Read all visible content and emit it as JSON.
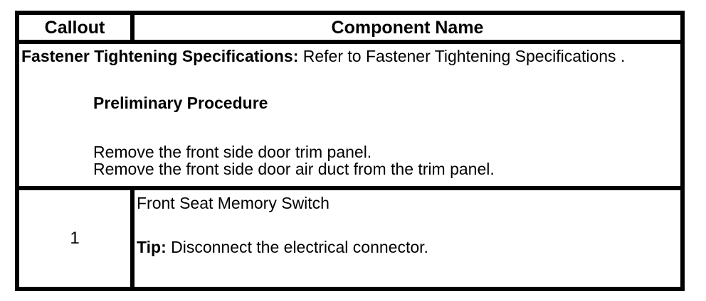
{
  "colors": {
    "border": "#000000",
    "background": "#ffffff",
    "text": "#000000"
  },
  "table": {
    "header": {
      "callout_label": "Callout",
      "component_label": "Component Name"
    },
    "spec_row": {
      "intro_bold": "Fastener Tightening Specifications:",
      "intro_text": "Refer to Fastener Tightening Specifications .",
      "preliminary_heading": "Preliminary Procedure",
      "steps": [
        "Remove the front side door trim panel.",
        "Remove the front side door air duct from the trim panel."
      ]
    },
    "components": [
      {
        "callout": "1",
        "name": "Front Seat Memory Switch",
        "tip_bold": "Tip:",
        "tip_text": "Disconnect the electrical connector."
      }
    ]
  }
}
